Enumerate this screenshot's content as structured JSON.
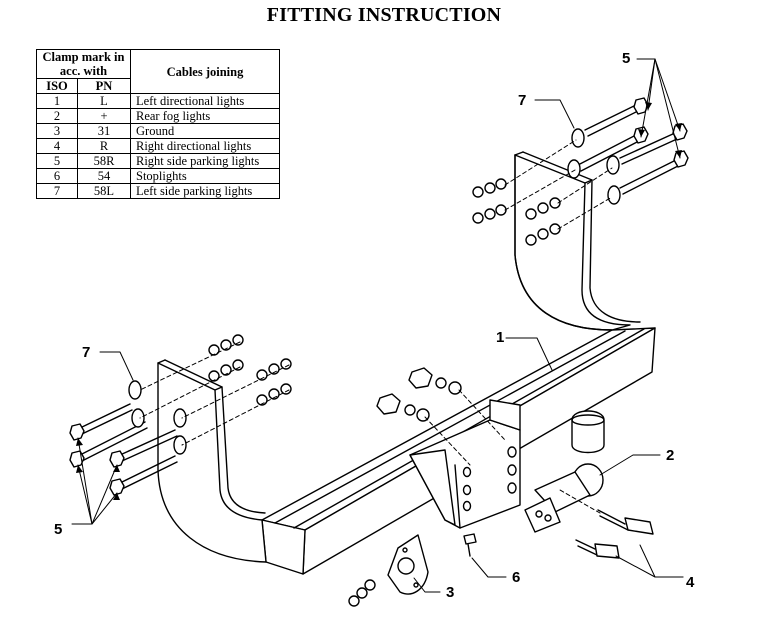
{
  "title": "FITTING INSTRUCTION",
  "table": {
    "header_clamp": "Clamp mark in acc. with",
    "header_cables": "Cables joining",
    "sub_iso": "ISO",
    "sub_pn": "PN",
    "rows": [
      {
        "iso": "1",
        "pn": "L",
        "desc": "Left directional lights"
      },
      {
        "iso": "2",
        "pn": "+",
        "desc": "Rear fog lights"
      },
      {
        "iso": "3",
        "pn": "31",
        "desc": "Ground"
      },
      {
        "iso": "4",
        "pn": "R",
        "desc": "Right directional lights"
      },
      {
        "iso": "5",
        "pn": "58R",
        "desc": "Right side parking lights"
      },
      {
        "iso": "6",
        "pn": "54",
        "desc": "Stoplights"
      },
      {
        "iso": "7",
        "pn": "58L",
        "desc": "Left side parking lights"
      }
    ]
  },
  "callouts": {
    "main_bar": "1",
    "ball": "2",
    "socket_plate": "3",
    "bolts_ball": "4",
    "bolts_right": "5",
    "bolts_left": "5",
    "bolt_small": "6",
    "washer_right": "7",
    "washer_left": "7"
  }
}
